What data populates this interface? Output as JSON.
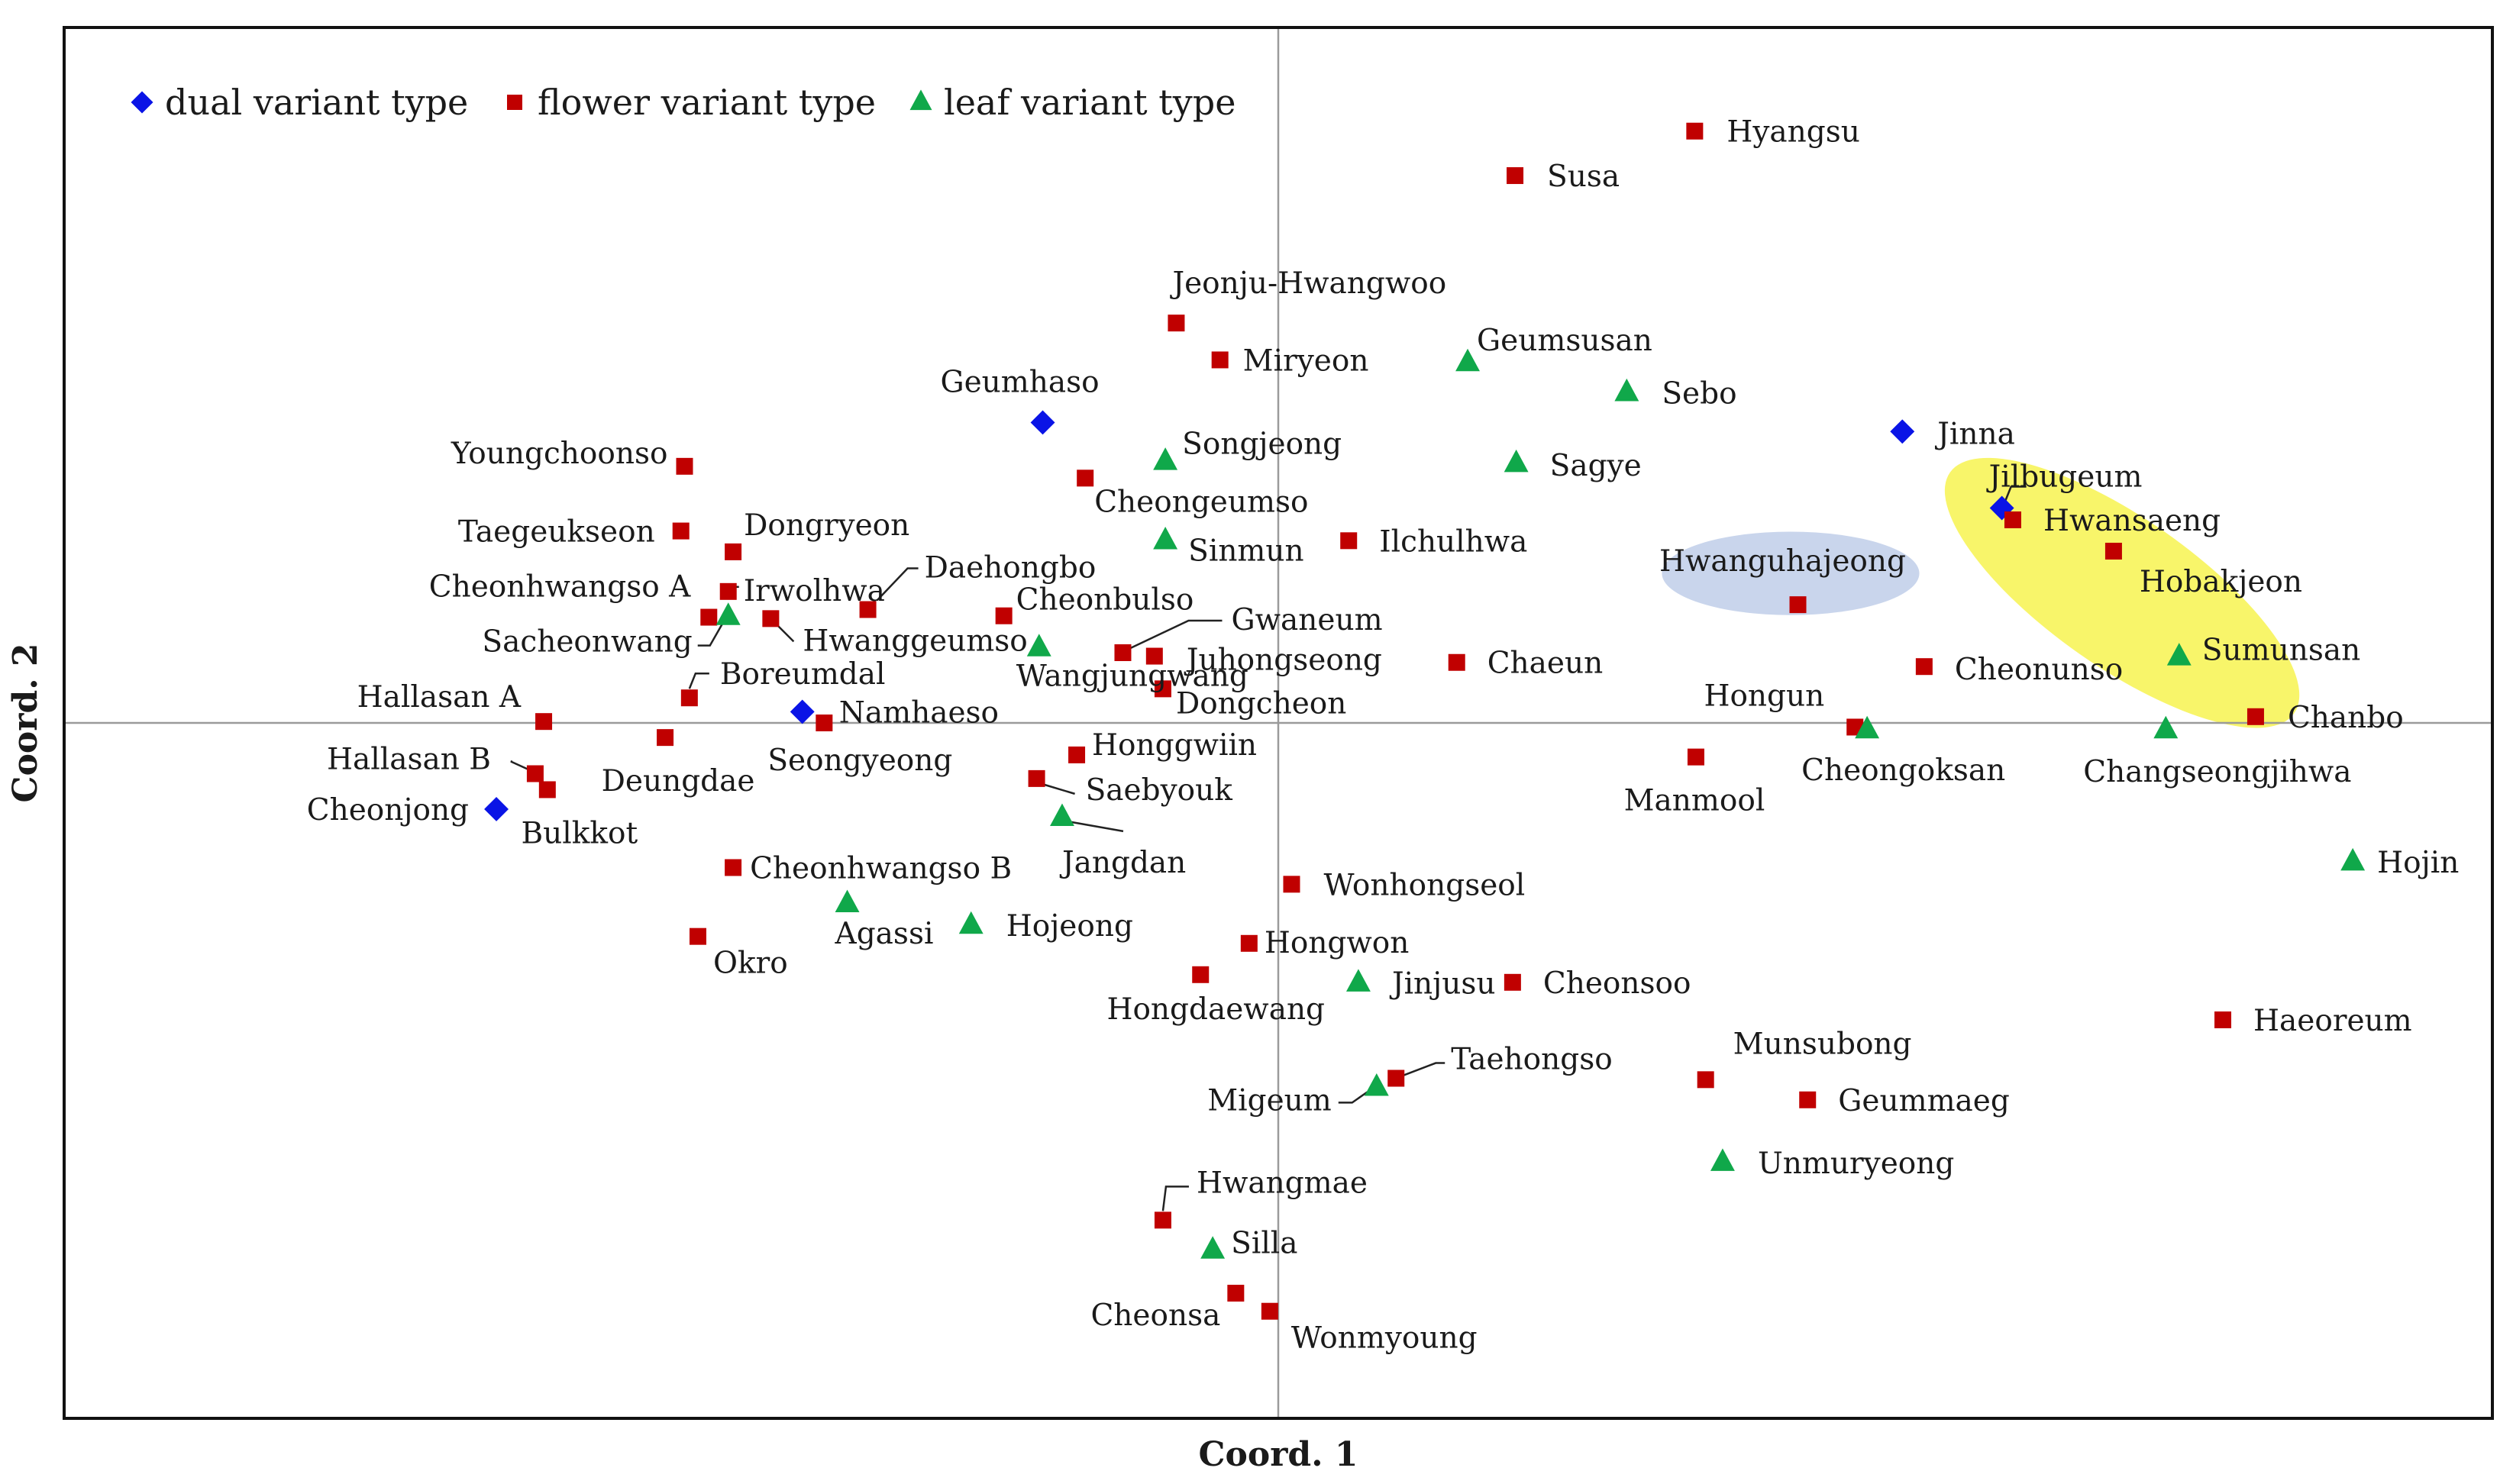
{
  "chart_data": {
    "type": "scatter",
    "xlabel": "Coord. 1",
    "ylabel": "Coord. 2",
    "xlim": [
      -1.0,
      1.0
    ],
    "ylim": [
      -1.0,
      1.0
    ],
    "zero_lines": true,
    "grid": false,
    "legend_placement": "top-left",
    "series": [
      {
        "name": "dual variant type",
        "marker": "diamond",
        "color": "#0a14e6",
        "points": [
          {
            "label": "Geumhaso",
            "x": -0.194,
            "y": 0.432
          },
          {
            "label": "Jinna",
            "x": 0.514,
            "y": 0.419
          },
          {
            "label": "Jilbugeum",
            "x": 0.596,
            "y": 0.309
          },
          {
            "label": "Namhaeso",
            "x": -0.392,
            "y": 0.016
          },
          {
            "label": "Cheonjong",
            "x": -0.644,
            "y": -0.124
          }
        ]
      },
      {
        "name": "flower variant type",
        "marker": "square",
        "color": "#c00000",
        "points": [
          {
            "label": "Hyangsu",
            "x": 0.343,
            "y": 0.851
          },
          {
            "label": "Susa",
            "x": 0.195,
            "y": 0.787
          },
          {
            "label": "Jeonju-Hwangwoo",
            "x": -0.084,
            "y": 0.575
          },
          {
            "label": "Miryeon",
            "x": -0.048,
            "y": 0.522
          },
          {
            "label": "Youngchoonso",
            "x": -0.489,
            "y": 0.369
          },
          {
            "label": "Cheongeumso",
            "x": -0.159,
            "y": 0.352
          },
          {
            "label": "Taegeukseon",
            "x": -0.492,
            "y": 0.276
          },
          {
            "label": "Dongryeon",
            "x": -0.449,
            "y": 0.246
          },
          {
            "label": "Irwolhwa",
            "x": -0.453,
            "y": 0.189
          },
          {
            "label": "Cheonhwangso A",
            "x": -0.469,
            "y": 0.152
          },
          {
            "label": "Hwanggeumso",
            "x": -0.418,
            "y": 0.15
          },
          {
            "label": "Daehongbo",
            "x": -0.338,
            "y": 0.163
          },
          {
            "label": "Cheonbulso",
            "x": -0.226,
            "y": 0.154
          },
          {
            "label": "Ilchulhwa",
            "x": 0.058,
            "y": 0.262
          },
          {
            "label": "Gwaneum",
            "x": -0.128,
            "y": 0.101
          },
          {
            "label": "Juhongseong",
            "x": -0.102,
            "y": 0.096
          },
          {
            "label": "Dongcheon",
            "x": -0.095,
            "y": 0.049
          },
          {
            "label": "Chaeun",
            "x": 0.147,
            "y": 0.087
          },
          {
            "label": "Hwanguhajeong",
            "x": 0.428,
            "y": 0.17
          },
          {
            "label": "Hwansaeng",
            "x": 0.605,
            "y": 0.292
          },
          {
            "label": "Hobakjeon",
            "x": 0.688,
            "y": 0.247
          },
          {
            "label": "Cheonunso",
            "x": 0.532,
            "y": 0.081
          },
          {
            "label": "Chanbo",
            "x": 0.805,
            "y": 0.009
          },
          {
            "label": "Hongun",
            "x": 0.475,
            "y": -0.006
          },
          {
            "label": "Manmool",
            "x": 0.344,
            "y": -0.049
          },
          {
            "label": "Boreumdal",
            "x": -0.485,
            "y": 0.036
          },
          {
            "label": "Hallasan A",
            "x": -0.605,
            "y": 0.002
          },
          {
            "label": "Deungdae",
            "x": -0.505,
            "y": -0.021
          },
          {
            "label": "Seongyeong",
            "x": -0.374,
            "y": 0.0
          },
          {
            "label": "Hallasan B",
            "x": -0.612,
            "y": -0.073
          },
          {
            "label": "Bulkkot",
            "x": -0.602,
            "y": -0.096
          },
          {
            "label": "Honggwiin",
            "x": -0.166,
            "y": -0.046
          },
          {
            "label": "Saebyouk",
            "x": -0.199,
            "y": -0.08
          },
          {
            "label": "Cheonhwangso B",
            "x": -0.449,
            "y": -0.208
          },
          {
            "label": "Okro",
            "x": -0.478,
            "y": -0.307
          },
          {
            "label": "Wonhongseol",
            "x": 0.011,
            "y": -0.232
          },
          {
            "label": "Hongwon",
            "x": -0.024,
            "y": -0.317
          },
          {
            "label": "Hongdaewang",
            "x": -0.064,
            "y": -0.362
          },
          {
            "label": "Cheonsoo",
            "x": 0.193,
            "y": -0.373
          },
          {
            "label": "Taehongso",
            "x": 0.097,
            "y": -0.511
          },
          {
            "label": "Munsubong",
            "x": 0.352,
            "y": -0.513
          },
          {
            "label": "Geummaeg",
            "x": 0.436,
            "y": -0.542
          },
          {
            "label": "Haeoreum",
            "x": 0.778,
            "y": -0.427
          },
          {
            "label": "Hwangmae",
            "x": -0.095,
            "y": -0.715
          },
          {
            "label": "Cheonsa",
            "x": -0.035,
            "y": -0.82
          },
          {
            "label": "Wonmyoung",
            "x": -0.007,
            "y": -0.846
          }
        ]
      },
      {
        "name": "leaf variant type",
        "marker": "triangle",
        "color": "#10a84a",
        "points": [
          {
            "label": "Geumsusan",
            "x": 0.156,
            "y": 0.518
          },
          {
            "label": "Sebo",
            "x": 0.287,
            "y": 0.475
          },
          {
            "label": "Songjeong",
            "x": -0.093,
            "y": 0.376
          },
          {
            "label": "Sagye",
            "x": 0.196,
            "y": 0.373
          },
          {
            "label": "Sinmun",
            "x": -0.093,
            "y": 0.262
          },
          {
            "label": "Sacheonwang",
            "x": -0.453,
            "y": 0.153
          },
          {
            "label": "Wangjungwang",
            "x": -0.197,
            "y": 0.108
          },
          {
            "label": "Sumunsan",
            "x": 0.742,
            "y": 0.095
          },
          {
            "label": "Cheongoksan",
            "x": 0.485,
            "y": -0.01
          },
          {
            "label": "Changseongjihwa",
            "x": 0.731,
            "y": -0.01
          },
          {
            "label": "Jangdan",
            "x": -0.178,
            "y": -0.136
          },
          {
            "label": "Hojin",
            "x": 0.885,
            "y": -0.2
          },
          {
            "label": "Agassi",
            "x": -0.355,
            "y": -0.26
          },
          {
            "label": "Hojeong",
            "x": -0.253,
            "y": -0.291
          },
          {
            "label": "Jinjusu",
            "x": 0.066,
            "y": -0.374
          },
          {
            "label": "Migeum",
            "x": 0.081,
            "y": -0.524
          },
          {
            "label": "Unmuryeong",
            "x": 0.366,
            "y": -0.632
          },
          {
            "label": "Silla",
            "x": -0.054,
            "y": -0.758
          }
        ]
      }
    ],
    "highlights": [
      {
        "shape": "ellipse",
        "color": "#c9d5ec",
        "cx": 0.422,
        "cy": 0.215,
        "rx": 0.106,
        "ry": 0.06,
        "angle": 0
      },
      {
        "shape": "ellipse",
        "color": "#f8f56a",
        "cx": 0.695,
        "cy": 0.187,
        "rx": 0.173,
        "ry": 0.107,
        "angle": 35
      }
    ]
  }
}
